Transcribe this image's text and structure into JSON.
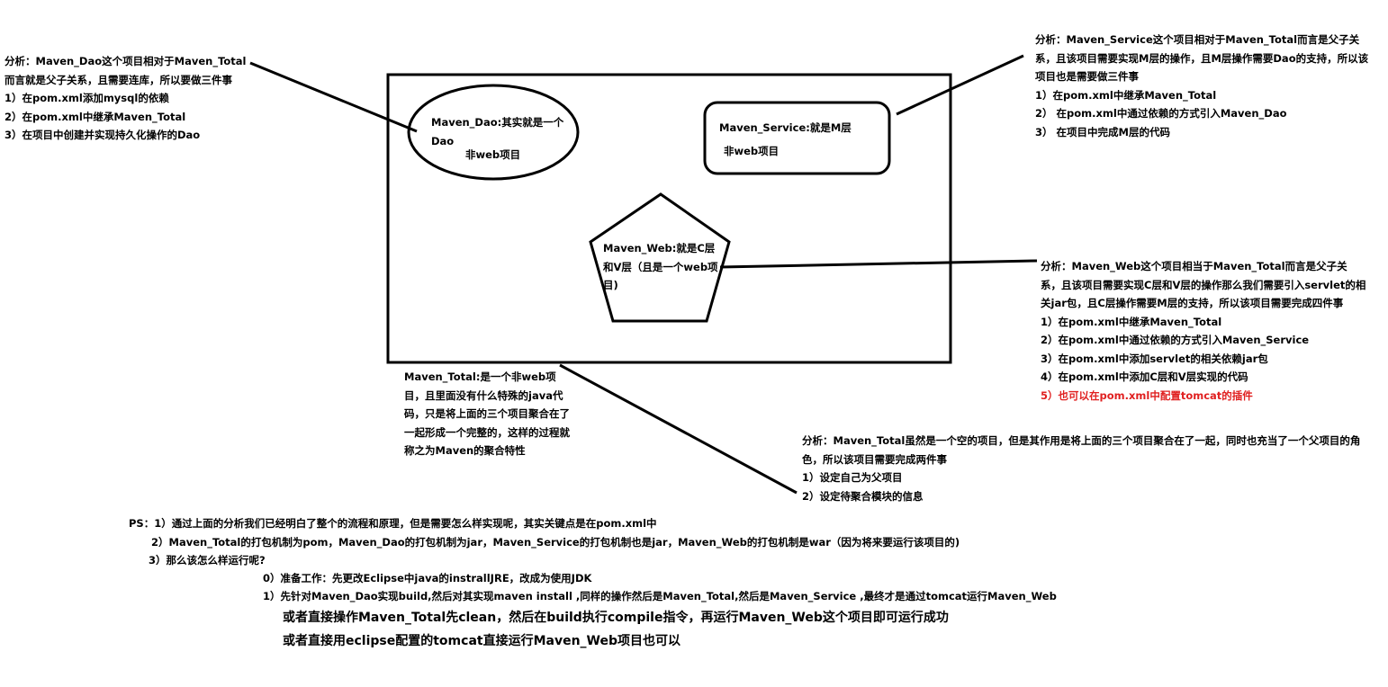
{
  "colors": {
    "ink": "#000000",
    "highlight": "#e02020"
  },
  "shapes": {
    "dao": {
      "title": "Maven_Dao:其实就是一个Dao",
      "sub": "非web项目"
    },
    "service": {
      "title": "Maven_Service:就是M层",
      "sub": "非web项目"
    },
    "web": {
      "title": "Maven_Web:就是C层和V层（且是一个web项目)"
    },
    "total": {
      "text": "Maven_Total:是一个非web项目，且里面没有什么特殊的java代码，只是将上面的三个项目聚合在了一起形成一个完整的，这样的过程就称之为Maven的聚合特性"
    }
  },
  "notes": {
    "dao": {
      "intro": "分析：Maven_Dao这个项目相对于Maven_Total而言就是父子关系，且需要连库，所以要做三件事",
      "items": [
        "1）在pom.xml添加mysql的依赖",
        "2）在pom.xml中继承Maven_Total",
        "3）在项目中创建并实现持久化操作的Dao"
      ]
    },
    "service": {
      "intro": "分析：Maven_Service这个项目相对于Maven_Total而言是父子关系，且该项目需要实现M层的操作，且M层操作需要Dao的支持，所以该项目也是需要做三件事",
      "items": [
        "1）在pom.xml中继承Maven_Total",
        "2） 在pom.xml中通过依赖的方式引入Maven_Dao",
        "3）  在项目中完成M层的代码"
      ]
    },
    "web": {
      "intro": "分析：Maven_Web这个项目相当于Maven_Total而言是父子关系，且该项目需要实现C层和V层的操作那么我们需要引入servlet的相关jar包，且C层操作需要M层的支持，所以该项目需要完成四件事",
      "items": [
        "1）在pom.xml中继承Maven_Total",
        "2）在pom.xml中通过依赖的方式引入Maven_Service",
        "3）在pom.xml中添加servlet的相关依赖jar包",
        "4）在pom.xml中添加C层和V层实现的代码"
      ],
      "extra": "5）也可以在pom.xml中配置tomcat的插件"
    },
    "total": {
      "intro": "分析：Maven_Total虽然是一个空的项目，但是其作用是将上面的三个项目聚合在了一起，同时也充当了一个父项目的角色，所以该项目需要完成两件事",
      "items": [
        "1）设定自己为父项目",
        "2）设定待聚合模块的信息"
      ]
    }
  },
  "ps": {
    "line1": "PS：1）通过上面的分析我们已经明白了整个的流程和原理，但是需要怎么样实现呢，其实关键点是在pom.xml中",
    "line2": "2）Maven_Total的打包机制为pom，Maven_Dao的打包机制为jar，Maven_Service的打包机制也是jar，Maven_Web的打包机制是war（因为将来要运行该项目的)",
    "line3": "3）那么该怎么样运行呢?",
    "step0": "0）准备工作：先更改Eclipse中java的instrallJRE，改成为使用JDK",
    "step1": "1）先针对Maven_Dao实现build,然后对其实现maven install ,同样的操作然后是Maven_Total,然后是Maven_Service ,最终才是通过tomcat运行Maven_Web",
    "alt1": "或者直接操作Maven_Total先clean，然后在build执行compile指令，再运行Maven_Web这个项目即可运行成功",
    "alt2": "或者直接用eclipse配置的tomcat直接运行Maven_Web项目也可以"
  }
}
